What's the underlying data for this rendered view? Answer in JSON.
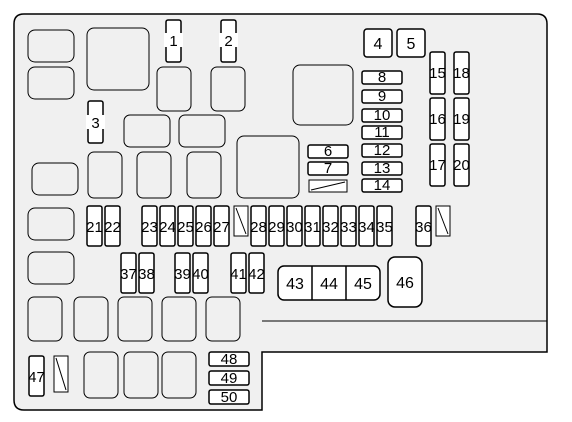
{
  "title": "",
  "fuses": {
    "f1": "1",
    "f2": "2",
    "f3": "3",
    "f4": "4",
    "f5": "5",
    "f6": "6",
    "f7": "7",
    "f8": "8",
    "f9": "9",
    "f10": "10",
    "f11": "11",
    "f12": "12",
    "f13": "13",
    "f14": "14",
    "f15": "15",
    "f16": "16",
    "f17": "17",
    "f18": "18",
    "f19": "19",
    "f20": "20",
    "f21": "21",
    "f22": "22",
    "f23": "23",
    "f24": "24",
    "f25": "25",
    "f26": "26",
    "f27": "27",
    "f28": "28",
    "f29": "29",
    "f30": "30",
    "f31": "31",
    "f32": "32",
    "f33": "33",
    "f34": "34",
    "f35": "35",
    "f36": "36",
    "f37": "37",
    "f38": "38",
    "f39": "39",
    "f40": "40",
    "f41": "41",
    "f42": "42",
    "f43": "43",
    "f44": "44",
    "f45": "45",
    "f46": "46",
    "f47": "47",
    "f48": "48",
    "f49": "49",
    "f50": "50"
  },
  "colors": {
    "panel": "#f0f0f0",
    "stroke": "#000000",
    "fuse_fill": "#ffffff"
  }
}
